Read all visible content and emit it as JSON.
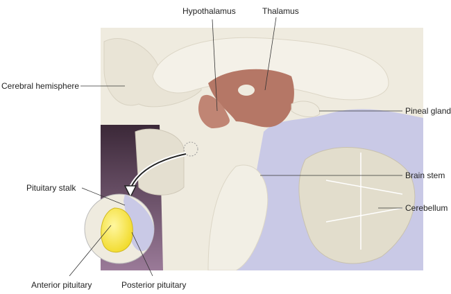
{
  "labels": {
    "hypothalamus": "Hypothalamus",
    "thalamus": "Thalamus",
    "cerebral_hemisphere": "Cerebral hemisphere",
    "pineal_gland": "Pineal gland",
    "brain_stem": "Brain stem",
    "cerebellum": "Cerebellum",
    "pituitary_stalk": "Pituitary stalk",
    "anterior_pituitary": "Anterior pituitary",
    "posterior_pituitary": "Posterior pituitary"
  },
  "colors": {
    "tissue": "#efebdf",
    "ventricle": "#c9c9e6",
    "thalamus": "#b57766",
    "cavity_dark": "#3b2838",
    "anterior_pituitary": "#f3e23a"
  }
}
